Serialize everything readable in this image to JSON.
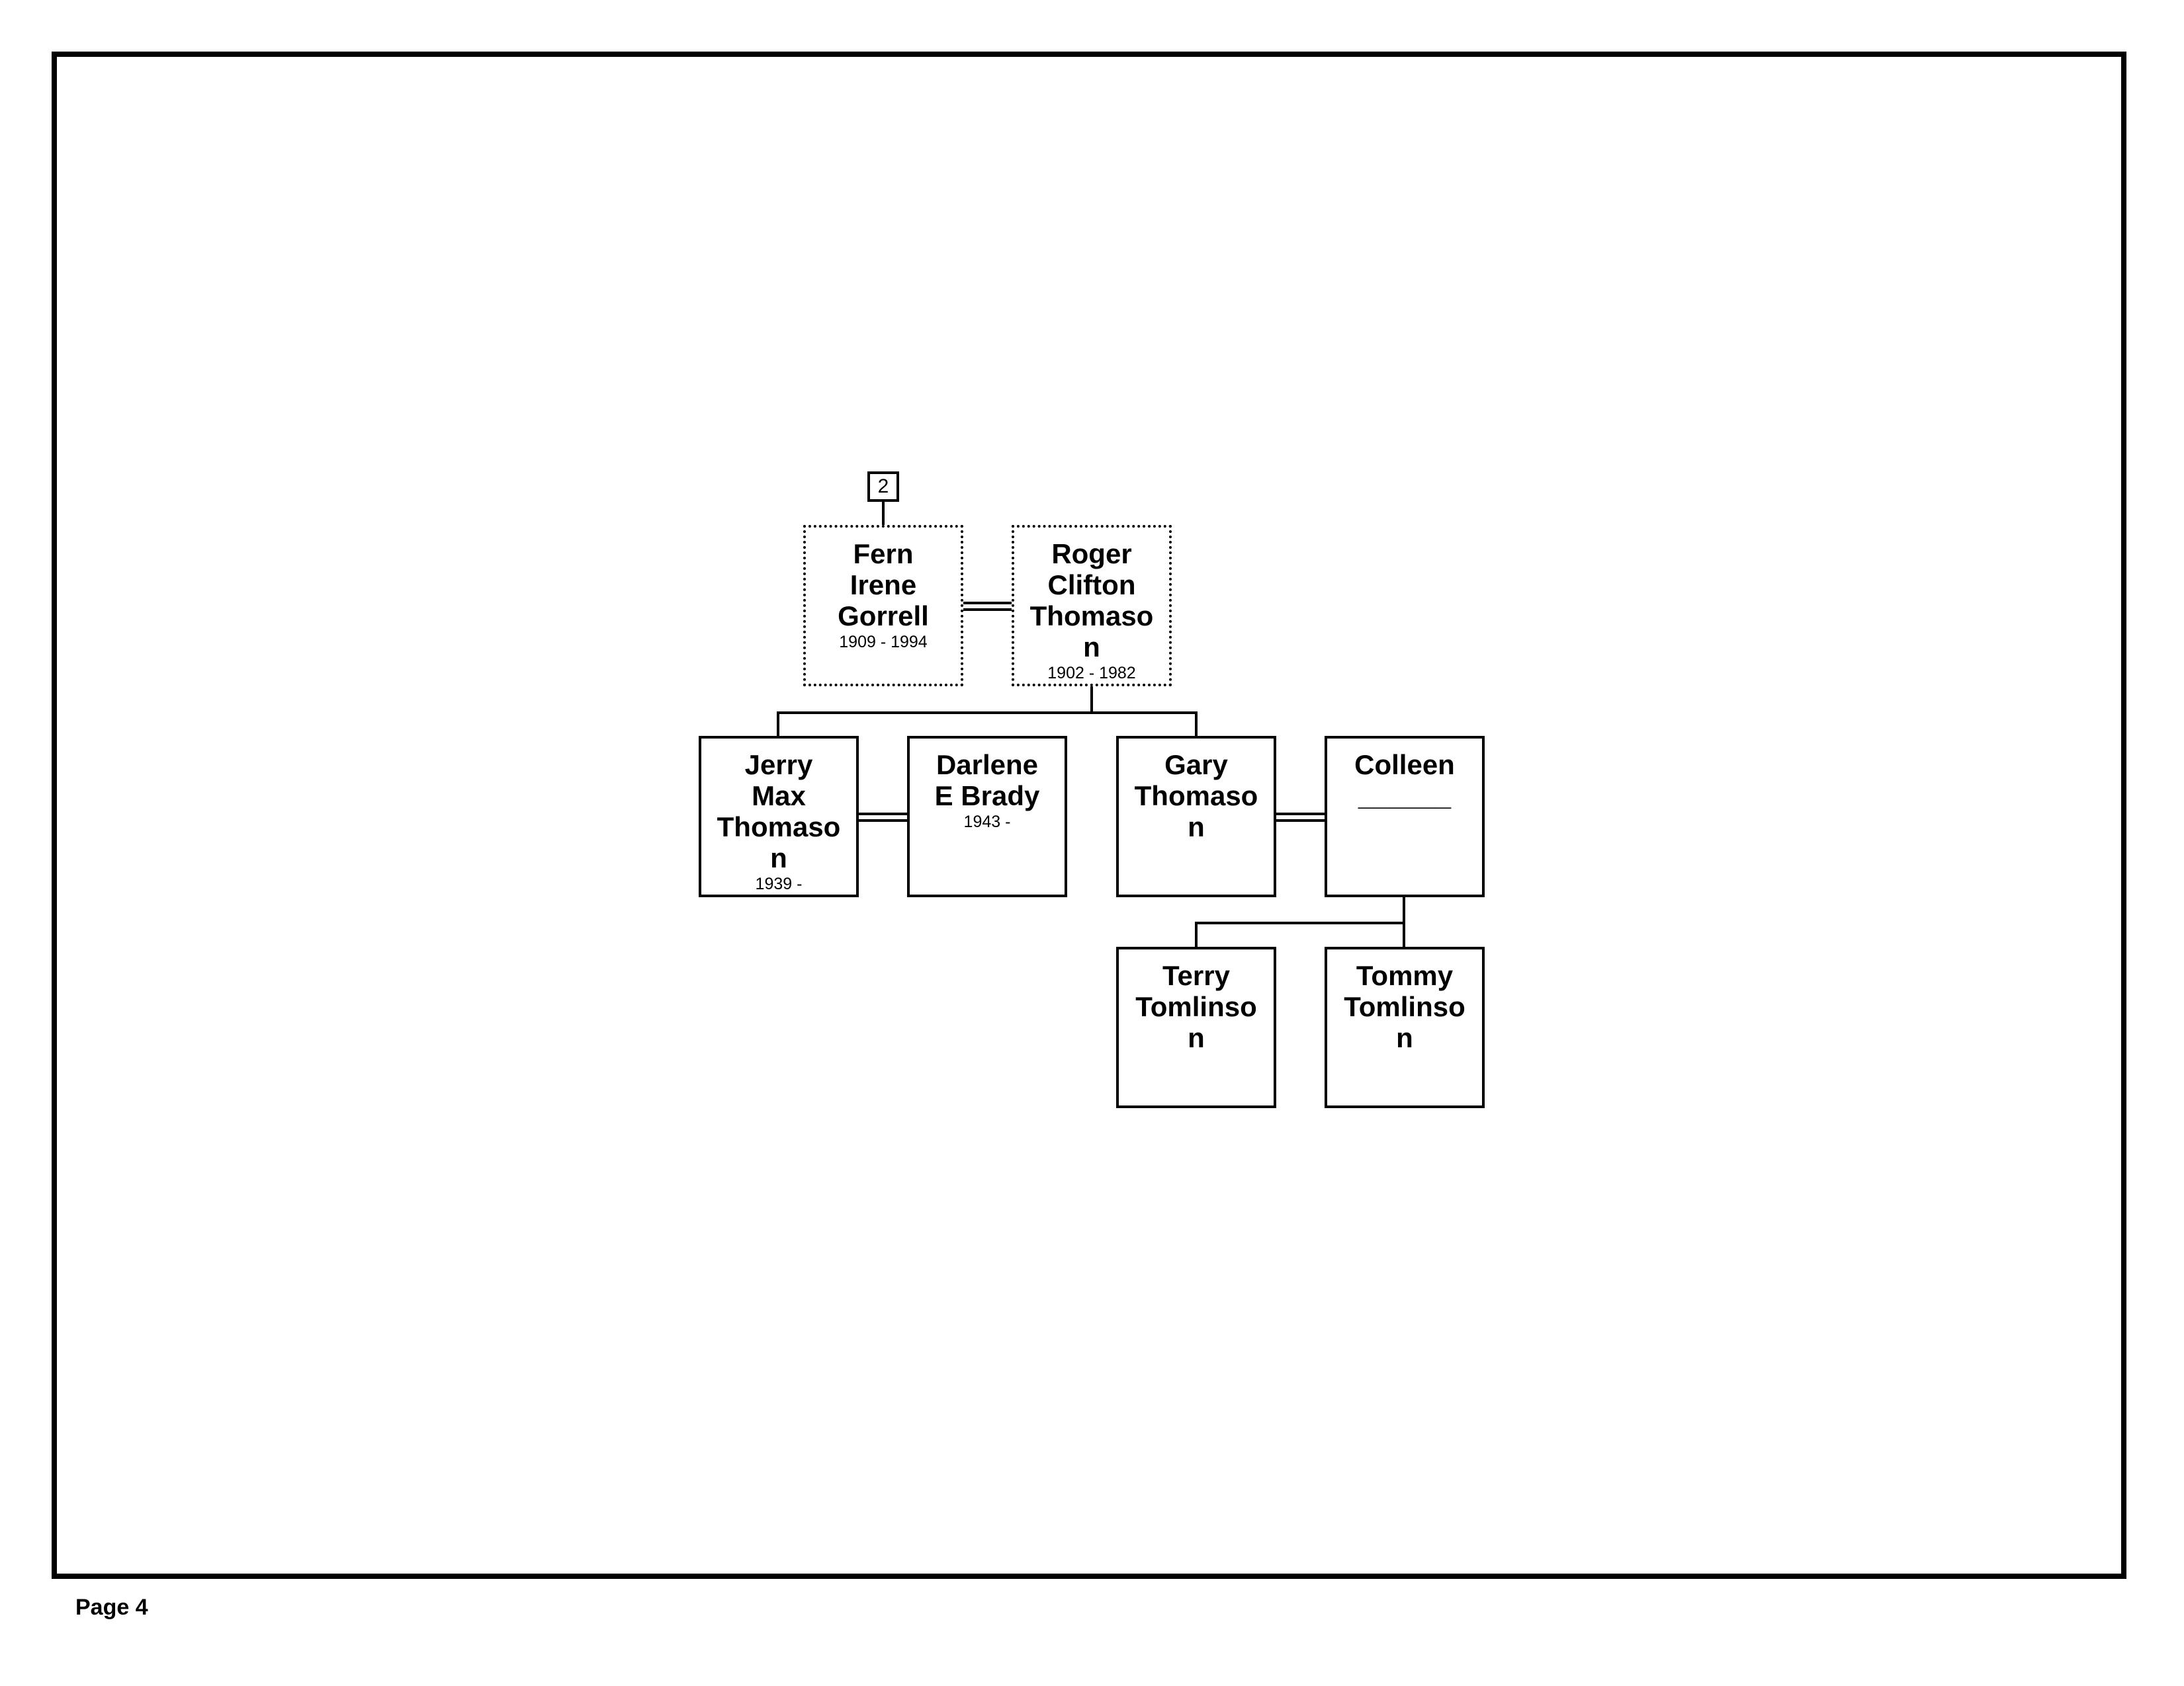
{
  "footer": {
    "page": "Page 4"
  },
  "reference_marker": "2",
  "persons": {
    "fern": {
      "name": "Fern\nIrene\nGorrell",
      "dates": "1909 - 1994"
    },
    "roger": {
      "name": "Roger\nClifton\nThomaso\nn",
      "dates": "1902 - 1982"
    },
    "jerry": {
      "name": "Jerry\nMax\nThomaso\nn",
      "dates": "1939 -"
    },
    "darlene": {
      "name": "Darlene\nE Brady",
      "dates": "1943 -"
    },
    "gary": {
      "name": "Gary\nThomaso\nn",
      "dates": ""
    },
    "colleen": {
      "name": "Colleen\n______",
      "dates": ""
    },
    "terry": {
      "name": "Terry\nTomlinso\nn",
      "dates": ""
    },
    "tommy": {
      "name": "Tommy\nTomlinso\nn",
      "dates": ""
    }
  }
}
